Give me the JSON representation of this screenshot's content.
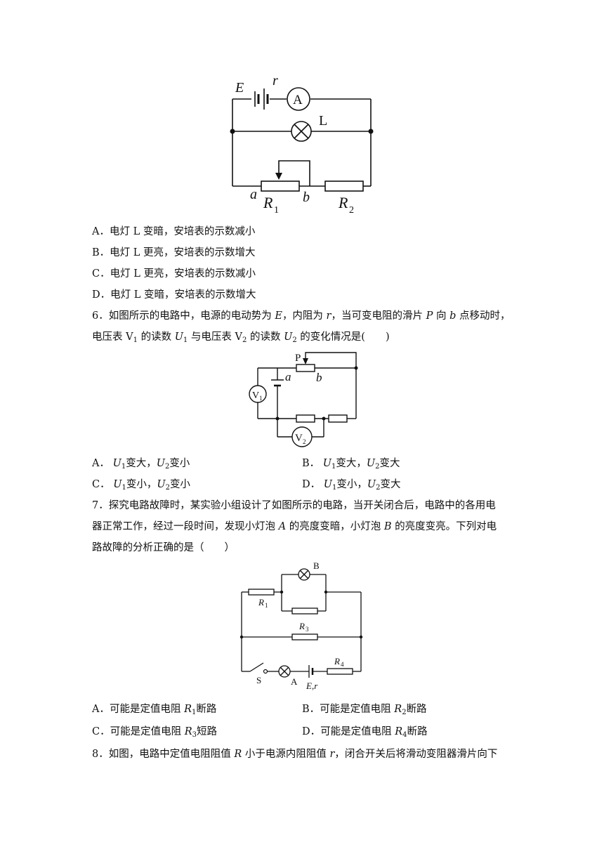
{
  "q5": {
    "figure": {
      "E": "E",
      "r": "r",
      "A": "A",
      "L": "L",
      "a": "a",
      "b": "b",
      "R1": "R",
      "R1_sub": "1",
      "R2": "R",
      "R2_sub": "2"
    },
    "options": [
      {
        "letter": "A．",
        "text": "电灯 L 变暗，安培表的示数减小"
      },
      {
        "letter": "B．",
        "text": "电灯 L 更亮，安培表的示数增大"
      },
      {
        "letter": "C．",
        "text": "电灯 L 更亮，安培表的示数减小"
      },
      {
        "letter": "D．",
        "text": "电灯 L 变暗，安培表的示数增大"
      }
    ]
  },
  "q6": {
    "number": "6．",
    "stem1": {
      "t1": "如图所示的电路中，电源的电动势为 ",
      "E": "E",
      "t2": "，内阻为 ",
      "r": "r",
      "t3": "，当可变电阻的滑片 ",
      "P": "P",
      "t4": " 向 ",
      "b": "b",
      "t5": " 点移动时，"
    },
    "stem2": {
      "t1": "电压表 V",
      "s1": "1",
      "t2": " 的读数 ",
      "U1": "U",
      "s2": "1",
      "t3": " 与电压表 V",
      "s3": "2",
      "t4": " 的读数 ",
      "U2": "U",
      "s4": "2",
      "t5": " 的变化情况是(　　)"
    },
    "figure": {
      "P": "P",
      "a": "a",
      "b": "b",
      "V": "V",
      "V1_sub": "1",
      "V2_sub": "2"
    },
    "options": [
      {
        "letter": "A．",
        "u1": "U",
        "s1": "1",
        "w1": "变大，",
        "u2": "U",
        "s2": "2",
        "w2": "变小"
      },
      {
        "letter": "B．",
        "u1": "U",
        "s1": "1",
        "w1": "变大，",
        "u2": "U",
        "s2": "2",
        "w2": "变大"
      },
      {
        "letter": "C．",
        "u1": "U",
        "s1": "1",
        "w1": "变小，",
        "u2": "U",
        "s2": "2",
        "w2": "变小"
      },
      {
        "letter": "D．",
        "u1": "U",
        "s1": "1",
        "w1": "变小，",
        "u2": "U",
        "s2": "2",
        "w2": "变大"
      }
    ]
  },
  "q7": {
    "number": "7．",
    "stem1": {
      "t1": "探究电路故障时，某实验小组设计了如图所示的电路，当开关闭合后，电路中的各用电"
    },
    "stem2": {
      "t1": "器正常工作，经过一段时间，发现小灯泡 ",
      "A": "A",
      "t2": " 的亮度变暗，小灯泡 ",
      "B": "B",
      "t3": " 的亮度变亮。下列对电"
    },
    "stem3": {
      "t1": "路故障的分析正确的是（　　）"
    },
    "figure": {
      "B": "B",
      "R1": "R",
      "R1_sub": "1",
      "R3": "R",
      "R3_sub": "3",
      "R4": "R",
      "R4_sub": "4",
      "S": "S",
      "A": "A",
      "Er": "E,r"
    },
    "options": [
      {
        "letter": "A．",
        "t1": "可能是定值电阻 ",
        "R": "R",
        "sub": "1",
        "t2": "断路"
      },
      {
        "letter": "B．",
        "t1": "可能是定值电阻 ",
        "R": "R",
        "sub": "2",
        "t2": "断路"
      },
      {
        "letter": "C．",
        "t1": "可能是定值电阻 ",
        "R": "R",
        "sub": "3",
        "t2": "短路"
      },
      {
        "letter": "D．",
        "t1": "可能是定值电阻 ",
        "R": "R",
        "sub": "4",
        "t2": "断路"
      }
    ]
  },
  "q8": {
    "number": "8．",
    "stem1": {
      "t1": "如图，电路中定值电阻阻值 ",
      "R": "R",
      "t2": " 小于电源内阻阻值 ",
      "r": "r",
      "t3": "，闭合开关后将滑动变阻器滑片向下"
    }
  }
}
